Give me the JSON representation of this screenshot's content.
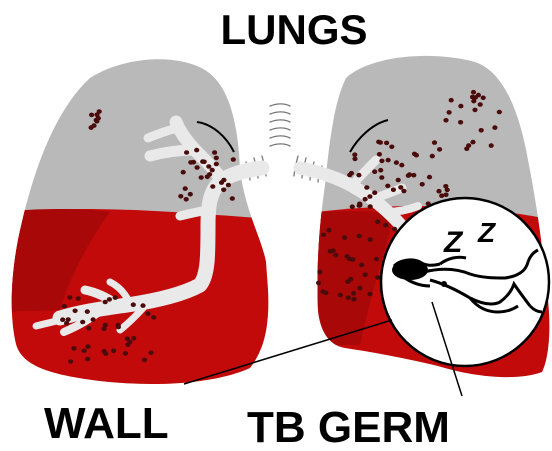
{
  "labels": {
    "title": "LUNGS",
    "wall": "WALL",
    "germ": "TB GERM",
    "sleep_large": "Z",
    "sleep_small": "Z"
  },
  "colors": {
    "lung_upper": "#b9b9b9",
    "lung_lower": "#c20a0a",
    "lung_lower_dark": "#a80808",
    "airway": "#e9e9e9",
    "spots": "#4a0b0b",
    "line": "#000000",
    "background": "#ffffff"
  },
  "icons": {
    "germ": "sleeping-figure-icon",
    "spots": "infection-spots"
  }
}
